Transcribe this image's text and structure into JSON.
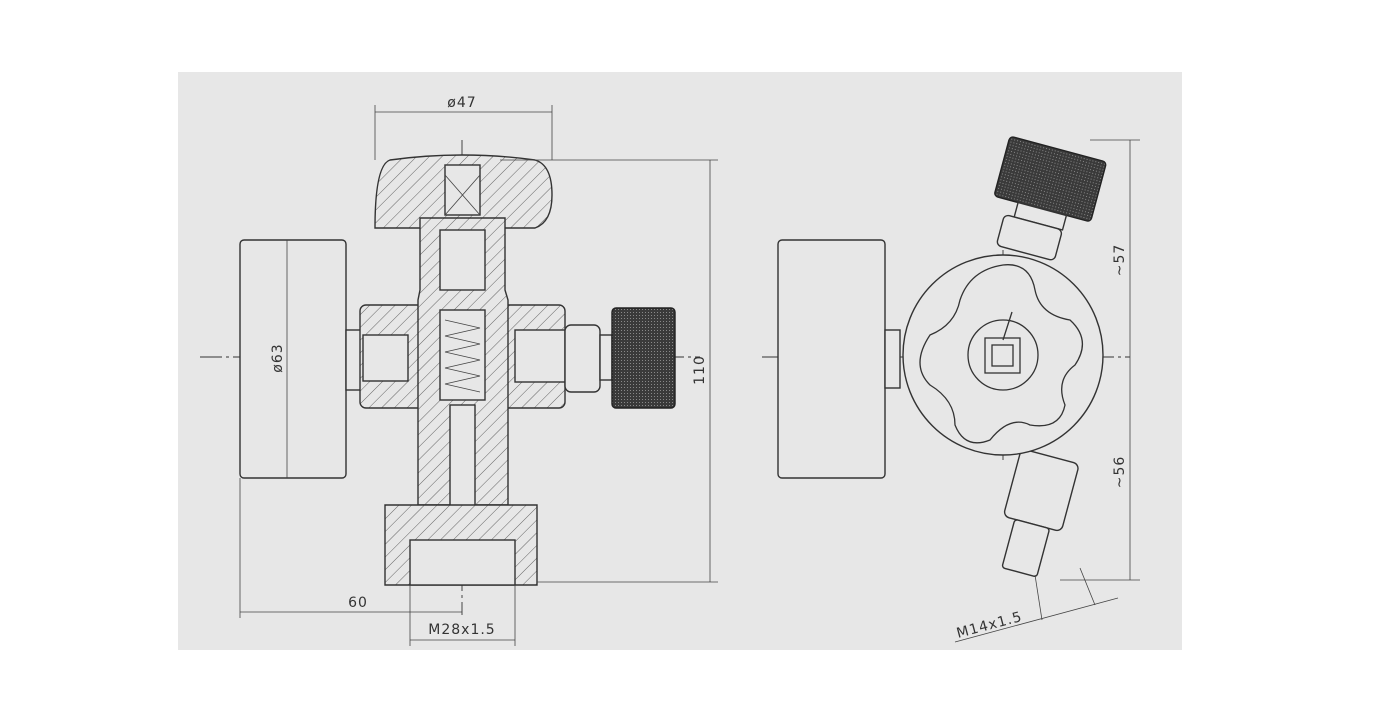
{
  "drawing": {
    "left_view": {
      "dim_handwheel_diameter": "ø47",
      "dim_height": "110",
      "dim_gauge_diameter": "ø63",
      "dim_width": "60",
      "dim_thread": "M28x1.5"
    },
    "right_view": {
      "dim_upper": "~57",
      "dim_lower": "~56",
      "dim_thread": "M14x1.5"
    },
    "colors": {
      "background": "#e7e7e7",
      "line": "#333333"
    }
  }
}
